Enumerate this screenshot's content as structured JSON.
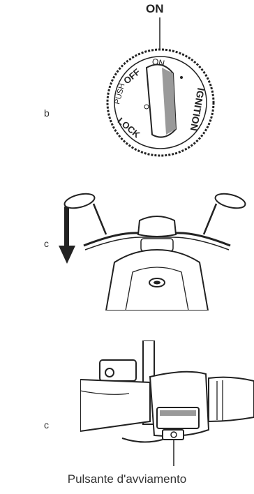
{
  "figures": [
    {
      "id": "b",
      "label": "b",
      "on_callout": "ON",
      "dial_text": {
        "on": "ON",
        "off": "OFF",
        "push": "PUSH",
        "lock": "LOCK",
        "ignition": "IGNITION"
      }
    },
    {
      "id": "c1",
      "label": "c"
    },
    {
      "id": "c2",
      "label": "c",
      "callout": "Pulsante d'avviamento"
    }
  ],
  "colors": {
    "line": "#222222",
    "dial_fill": "#ffffff",
    "key_fill": "#9a9a9a"
  }
}
